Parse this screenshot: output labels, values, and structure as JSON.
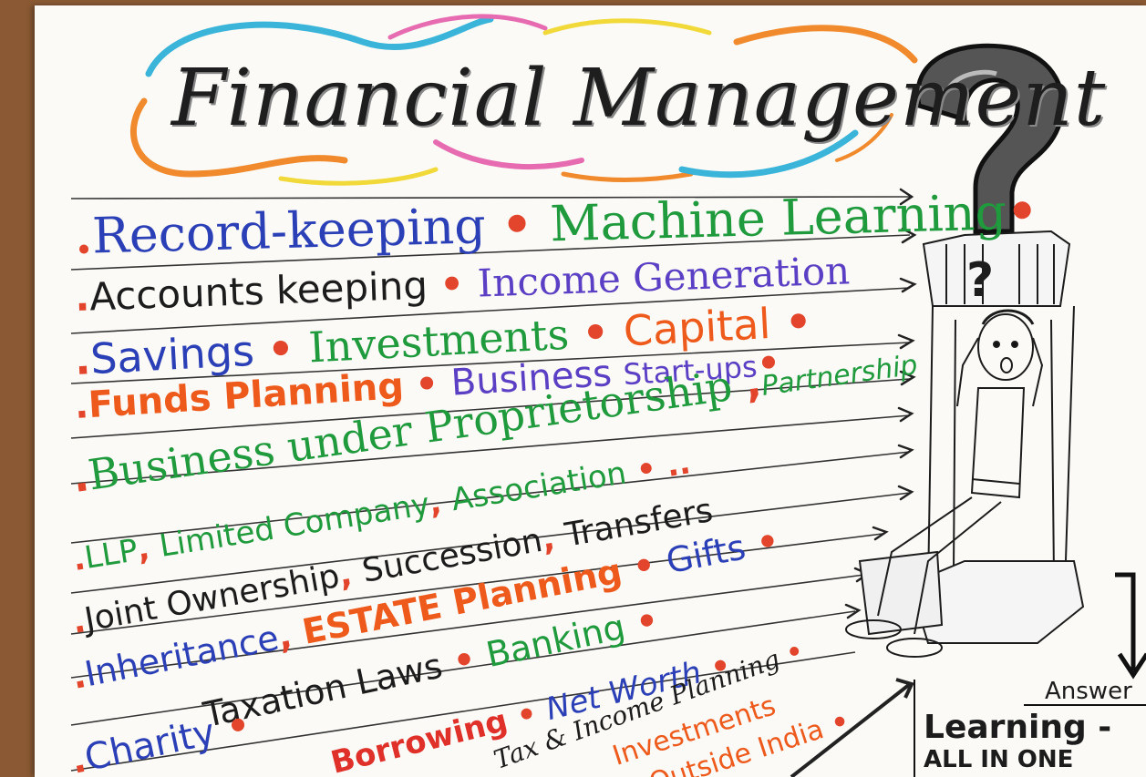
{
  "title": "Financial Management",
  "phrases": [
    {
      "text": "Record-keeping",
      "color": "#2b3fb7"
    },
    {
      "text": "Machine Learning",
      "color": "#1f9a3c"
    },
    {
      "text": "Accounts keeping",
      "color": "#1c1c1c"
    },
    {
      "text": "Income Generation",
      "color": "#5b3fc4"
    },
    {
      "text": "Savings",
      "color": "#2b3fb7"
    },
    {
      "text": "Investments",
      "color": "#1f9a3c"
    },
    {
      "text": "Capital",
      "color": "#ee5a1c"
    },
    {
      "text": "Funds Planning",
      "color": "#ee5a1c"
    },
    {
      "text": "Business",
      "color": "#5b3fc4"
    },
    {
      "text": "Start-ups",
      "color": "#5b3fc4"
    },
    {
      "text": "Business under Proprietorship",
      "color": "#1f9a3c"
    },
    {
      "text": "Partnership",
      "color": "#1f9a3c"
    },
    {
      "text": "LLP",
      "color": "#1f9a3c"
    },
    {
      "text": "Limited Company",
      "color": "#1f9a3c"
    },
    {
      "text": "Association",
      "color": "#1f9a3c"
    },
    {
      "text": "Joint Ownership",
      "color": "#1c1c1c"
    },
    {
      "text": "Succession",
      "color": "#1c1c1c"
    },
    {
      "text": "Transfers",
      "color": "#1c1c1c"
    },
    {
      "text": "Inheritance",
      "color": "#2b3fb7"
    },
    {
      "text": "ESTATE Planning",
      "color": "#ee5a1c"
    },
    {
      "text": "Gifts",
      "color": "#2b3fb7"
    },
    {
      "text": "Taxation Laws",
      "color": "#1c1c1c"
    },
    {
      "text": "Banking",
      "color": "#1f9a3c"
    },
    {
      "text": "Charity",
      "color": "#2b3fb7"
    },
    {
      "text": "Borrowing",
      "color": "#e0302a"
    },
    {
      "text": "Net Worth",
      "color": "#2b3fb7"
    },
    {
      "text": "Tax & Income Planning",
      "color": "#1c1c1c"
    },
    {
      "text": "Investments",
      "color": "#ee5a1c"
    },
    {
      "text": "Outside India",
      "color": "#ee5a1c"
    }
  ],
  "question_mark": "?",
  "answer": {
    "label": "Answer",
    "line1": "Learning -",
    "line2": "ALL IN ONE"
  }
}
